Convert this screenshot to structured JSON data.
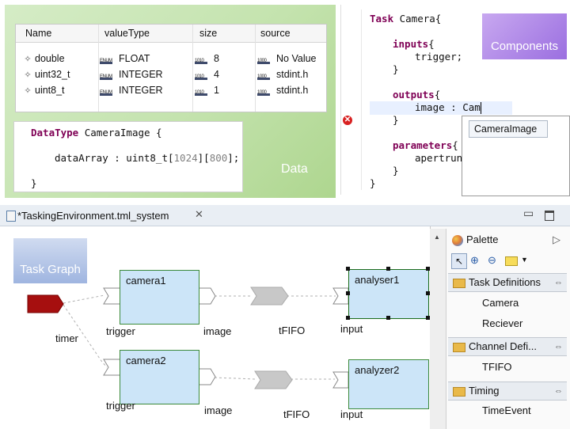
{
  "data_panel": {
    "tag": "Data",
    "table": {
      "headers": [
        "Name",
        "valueType",
        "size",
        "source"
      ],
      "rows": [
        {
          "name": "double",
          "valueType": "FLOAT",
          "size": "8",
          "source": "No Value"
        },
        {
          "name": "uint32_t",
          "valueType": "INTEGER",
          "size": "4",
          "source": "stdint.h"
        },
        {
          "name": "uint8_t",
          "valueType": "INTEGER",
          "size": "1",
          "source": "stdint.h"
        }
      ]
    },
    "datatype_code": {
      "keyword": "DataType",
      "type_name": "CameraImage {",
      "field_prefix": "dataArray : uint8_t[",
      "dim1": "1024",
      "mid": "][",
      "dim2": "800",
      "field_suffix": "];",
      "closing": "}"
    }
  },
  "components_panel": {
    "tag": "Components",
    "code": {
      "task_kw": "Task",
      "task_name": " Camera{",
      "inputs_kw": "inputs",
      "inputs_brace": "{",
      "input_field": "trigger;",
      "close1": "}",
      "outputs_kw": "outputs",
      "outputs_brace": "{",
      "output_field": "image : Cam",
      "close2": "}",
      "parameters_kw": "parameters",
      "parameters_brace": "{",
      "param_field": "apertrun",
      "close3": "}",
      "close_task": "}"
    },
    "autocomplete": {
      "suggestion": "CameraImage"
    }
  },
  "editor": {
    "tab_title": "*TaskingEnvironment.tml_system",
    "close_symbol": "✕",
    "canvas": {
      "tag": "Task Graph",
      "tasks": [
        {
          "id": "camera1",
          "name": "camera1"
        },
        {
          "id": "camera2",
          "name": "camera2"
        },
        {
          "id": "analyser1",
          "name": "analyser1"
        },
        {
          "id": "analyzer2",
          "name": "analyzer2"
        }
      ],
      "labels": {
        "timer": "timer",
        "trigger_top": "trigger",
        "trigger_bottom": "trigger",
        "image_top": "image",
        "image_bottom": "image",
        "fifo_top": "tFIFO",
        "fifo_bottom": "tFIFO",
        "input_top": "input",
        "input_bottom": "input"
      },
      "colors": {
        "task_fill": "#cce5f8",
        "task_border": "#3b8a3b",
        "timer_fill": "#a60f0f",
        "fifo_fill": "#c8c8c8"
      }
    },
    "palette": {
      "title": "Palette",
      "sections": [
        {
          "label": "Task Definitions",
          "items": [
            "Camera",
            "Reciever"
          ]
        },
        {
          "label": "Channel Defi...",
          "items": [
            "TFIFO"
          ]
        },
        {
          "label": "Timing",
          "items": [
            "TimeEvent"
          ]
        }
      ]
    }
  }
}
